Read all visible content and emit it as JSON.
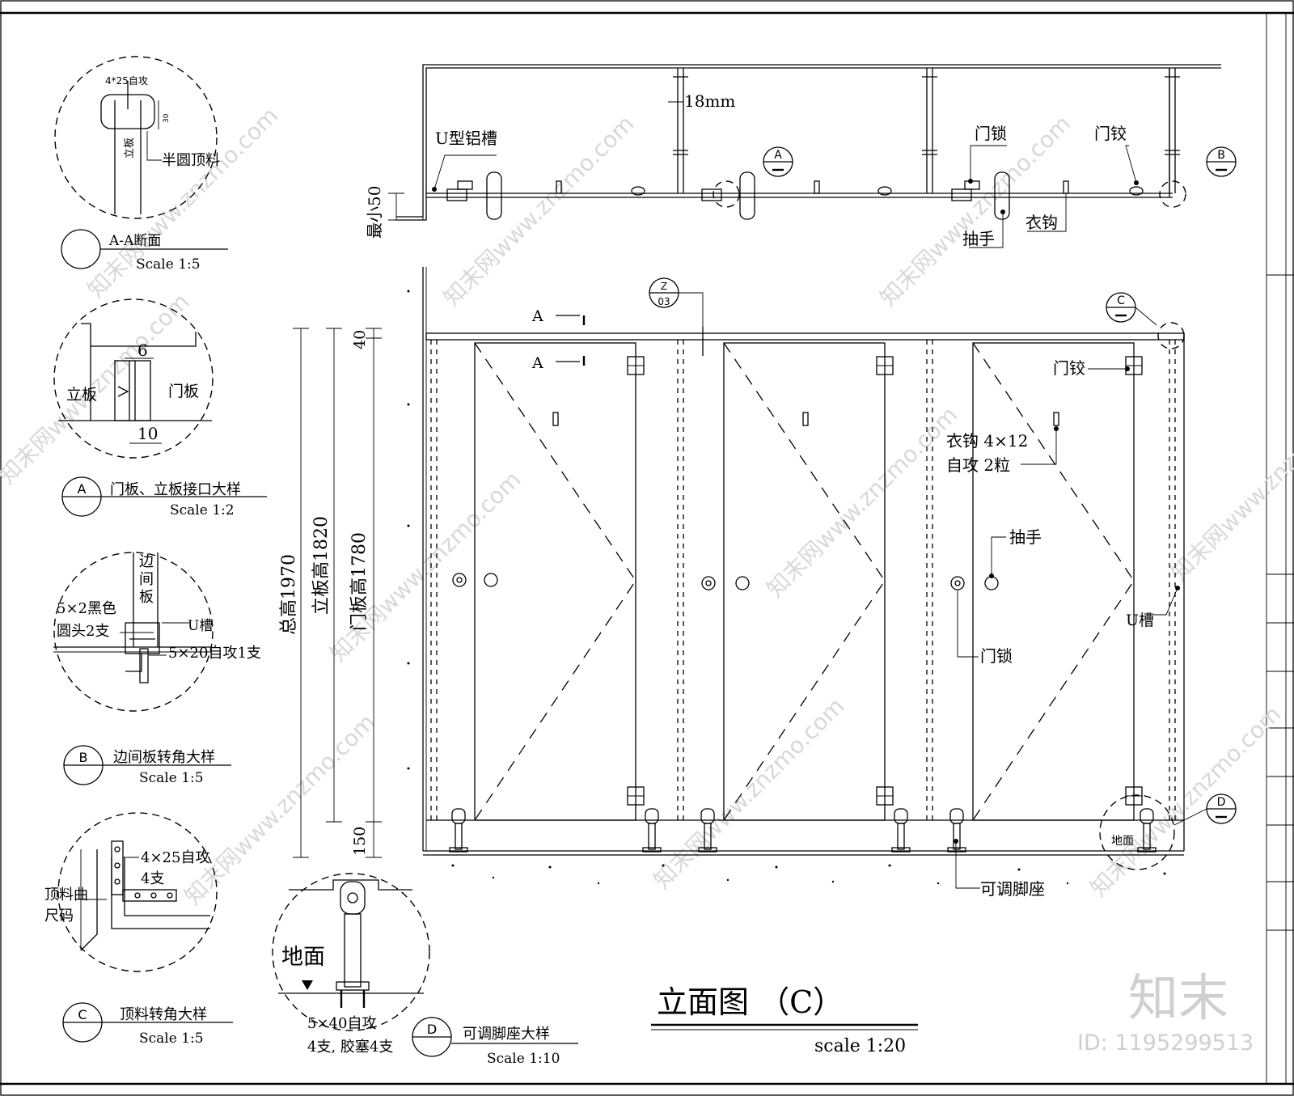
{
  "watermark": {
    "logo": "知末",
    "id_label": "ID: 1195299513",
    "site": "知末网www.znzmo.com"
  },
  "title": {
    "main": "立面图 （C）",
    "scale": "scale 1:20"
  },
  "plan": {
    "u_channel": "U型铝槽",
    "thickness": "18mm",
    "door_lock": "门锁",
    "hinge": "门铰",
    "handle": "抽手",
    "hook": "衣钩",
    "min_dim": "最小50",
    "bubble_a": "A",
    "bubble_b": "B"
  },
  "elevation": {
    "section_mark_1": "A",
    "section_mark_2": "A",
    "z_bubble_top": "Z",
    "z_bubble_bottom": "03",
    "bubble_c": "C",
    "bubble_d": "D",
    "hinge": "门铰",
    "hook_line1": "衣钩 4×12",
    "hook_line2": "自攻 2粒",
    "handle": "抽手",
    "door_lock": "门锁",
    "u_slot": "U槽",
    "ground": "地面",
    "adjustable_foot": "可调脚座",
    "dim_total": "总高1970",
    "dim_panel": "立板高1820",
    "dim_door": "门板高1780",
    "dim_40": "40",
    "dim_150": "150"
  },
  "details": {
    "aa": {
      "screw": "4*25自攻",
      "dim30": "30",
      "panel": "立板",
      "cap": "半圆顶料",
      "title": "A-A断面",
      "scale": "Scale 1:5"
    },
    "a": {
      "dim6": "6",
      "panel": "立板",
      "door": "门板",
      "dim10": "10",
      "letter": "A",
      "title": "门板、立板接口大样",
      "scale": "Scale 1:2"
    },
    "b": {
      "side_panel": "边间板",
      "bolt_line1": "5×2黑色",
      "bolt_line2": "圆头2支",
      "u_slot": "U槽",
      "screw": "5×20自攻1支",
      "letter": "B",
      "title": "边间板转角大样",
      "scale": "Scale 1:5"
    },
    "c": {
      "screw": "4×25自攻",
      "qty": "4支",
      "bracket_line1": "顶料曲",
      "bracket_line2": "尺码",
      "letter": "C",
      "title": "顶料转角大样",
      "scale": "Scale 1:5"
    },
    "d": {
      "ground": "地面",
      "screw_line1": "5×40自攻",
      "screw_line2": "4支, 胶塞4支",
      "letter": "D",
      "title": "可调脚座大样",
      "scale": "Scale 1:10"
    }
  }
}
